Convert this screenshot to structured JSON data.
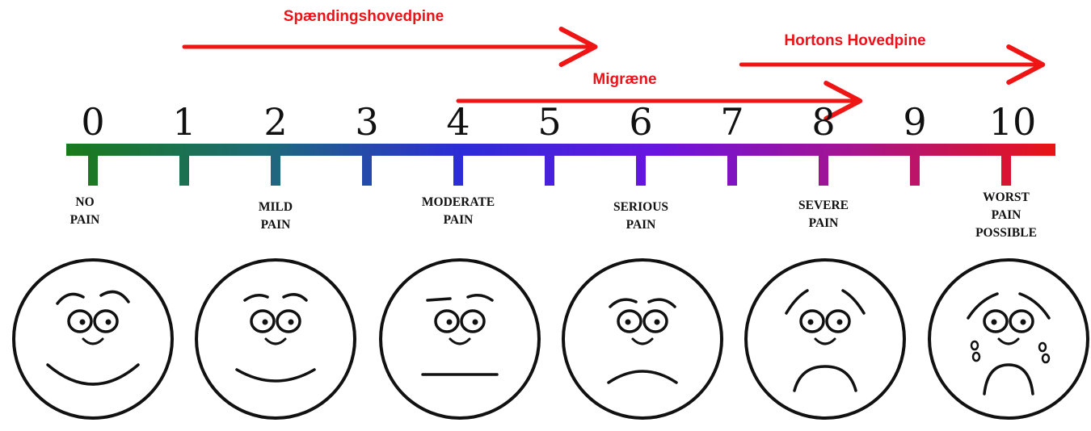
{
  "colors": {
    "arrow": "#f01515",
    "label": "#e8141a",
    "scale_gradient": [
      "#1a7a1a",
      "#1e6a78",
      "#2c2cd8",
      "#6a14e0",
      "#a8148c",
      "#e81414"
    ],
    "face_stroke": "#111111"
  },
  "arrows": [
    {
      "label": "Spændingshovedpine",
      "from": 1,
      "to": 5.5
    },
    {
      "label": "Migræne",
      "from": 4,
      "to": 8.4
    },
    {
      "label": "Hortons Hovedpine",
      "from": 7.1,
      "to": 10.4
    }
  ],
  "scale": {
    "numbers": [
      "0",
      "1",
      "2",
      "3",
      "4",
      "5",
      "6",
      "7",
      "8",
      "9",
      "10"
    ]
  },
  "pain_labels": [
    {
      "value": 0,
      "lines": [
        "NO",
        "PAIN"
      ]
    },
    {
      "value": 2,
      "lines": [
        "MILD",
        "PAIN"
      ]
    },
    {
      "value": 4,
      "lines": [
        "MODERATE",
        "PAIN"
      ]
    },
    {
      "value": 6,
      "lines": [
        "SERIOUS",
        "PAIN"
      ]
    },
    {
      "value": 8,
      "lines": [
        "SEVERE",
        "PAIN"
      ]
    },
    {
      "value": 10,
      "lines": [
        "WORST",
        "PAIN",
        "POSSIBLE"
      ]
    }
  ],
  "faces": [
    {
      "name": "face-no-pain",
      "expression": "big-smile"
    },
    {
      "name": "face-mild-pain",
      "expression": "smile"
    },
    {
      "name": "face-moderate-pain",
      "expression": "neutral"
    },
    {
      "name": "face-serious-pain",
      "expression": "frown"
    },
    {
      "name": "face-severe-pain",
      "expression": "sad"
    },
    {
      "name": "face-worst-pain",
      "expression": "crying"
    }
  ]
}
